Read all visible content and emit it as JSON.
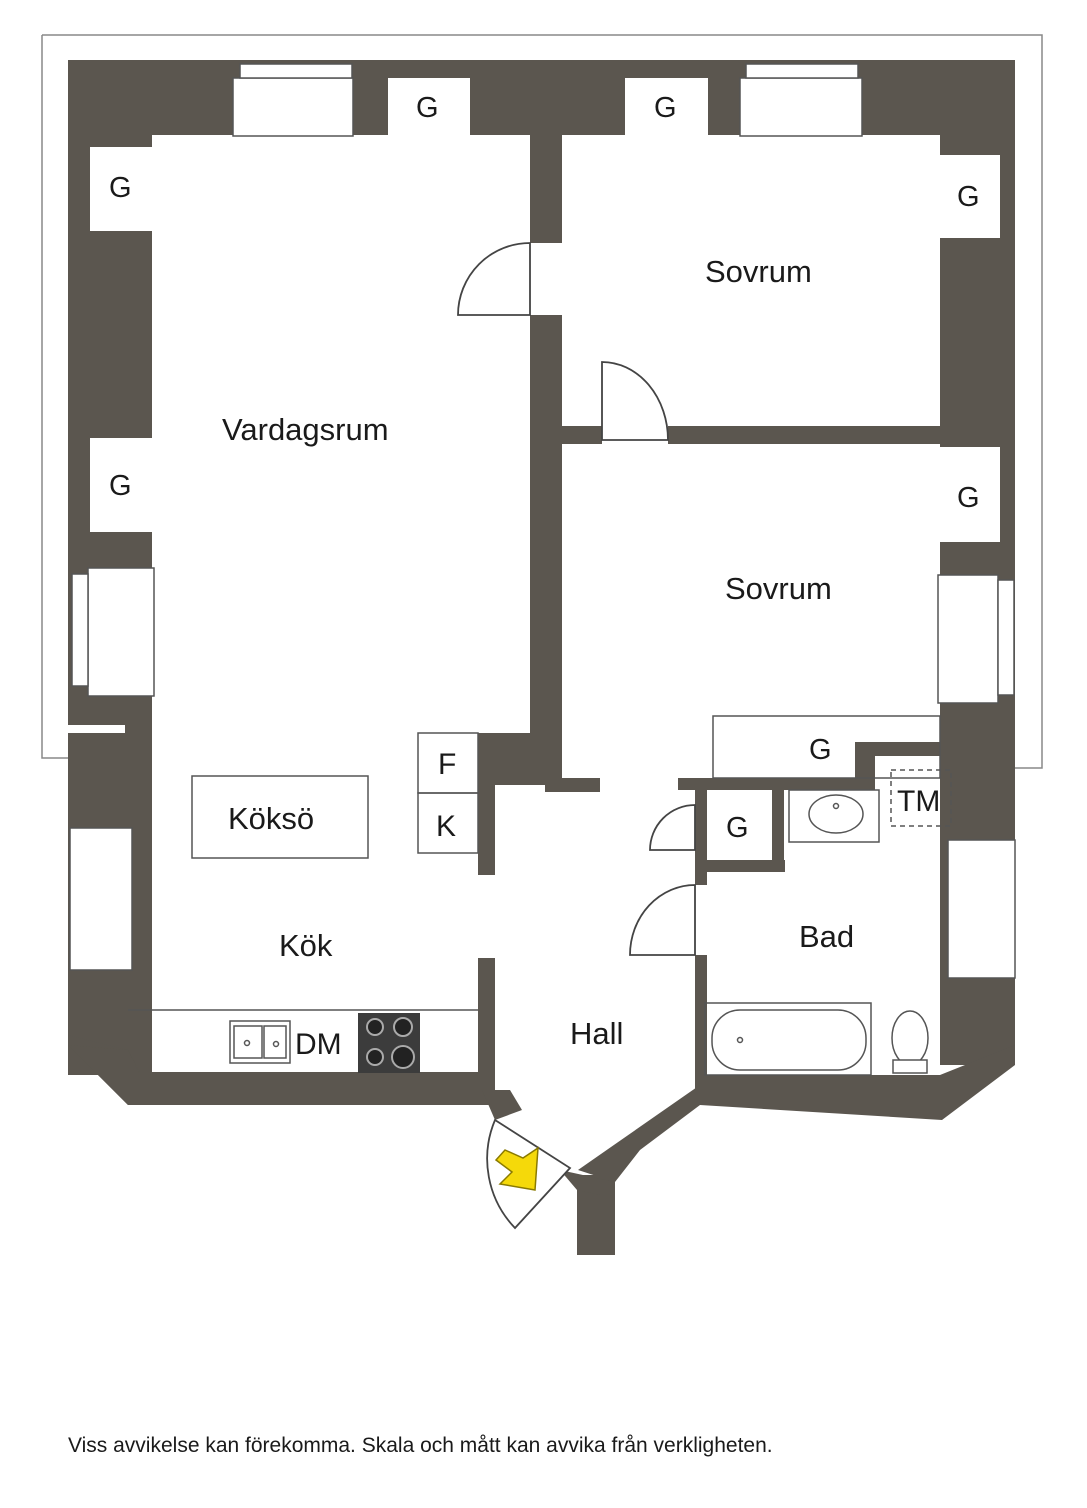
{
  "colors": {
    "wall": "#5b564f",
    "accent": "#f5d90a",
    "line": "#444444"
  },
  "rooms": {
    "living": "Vardagsrum",
    "bedroom_top": "Sovrum",
    "bedroom_bottom": "Sovrum",
    "kitchen_island": "Köksö",
    "kitchen": "Kök",
    "hall": "Hall",
    "bath": "Bad"
  },
  "fixtures": {
    "fridge": "F",
    "freezer": "K",
    "dishwasher": "DM",
    "washer": "TM",
    "wardrobe": "G"
  },
  "icons": [
    "entrance-arrow-icon",
    "sink-icon",
    "stove-icon",
    "bathtub-icon",
    "toilet-icon",
    "washbasin-icon"
  ],
  "disclaimer": "Viss avvikelse kan förekomma. Skala och mått kan avvika från verkligheten."
}
